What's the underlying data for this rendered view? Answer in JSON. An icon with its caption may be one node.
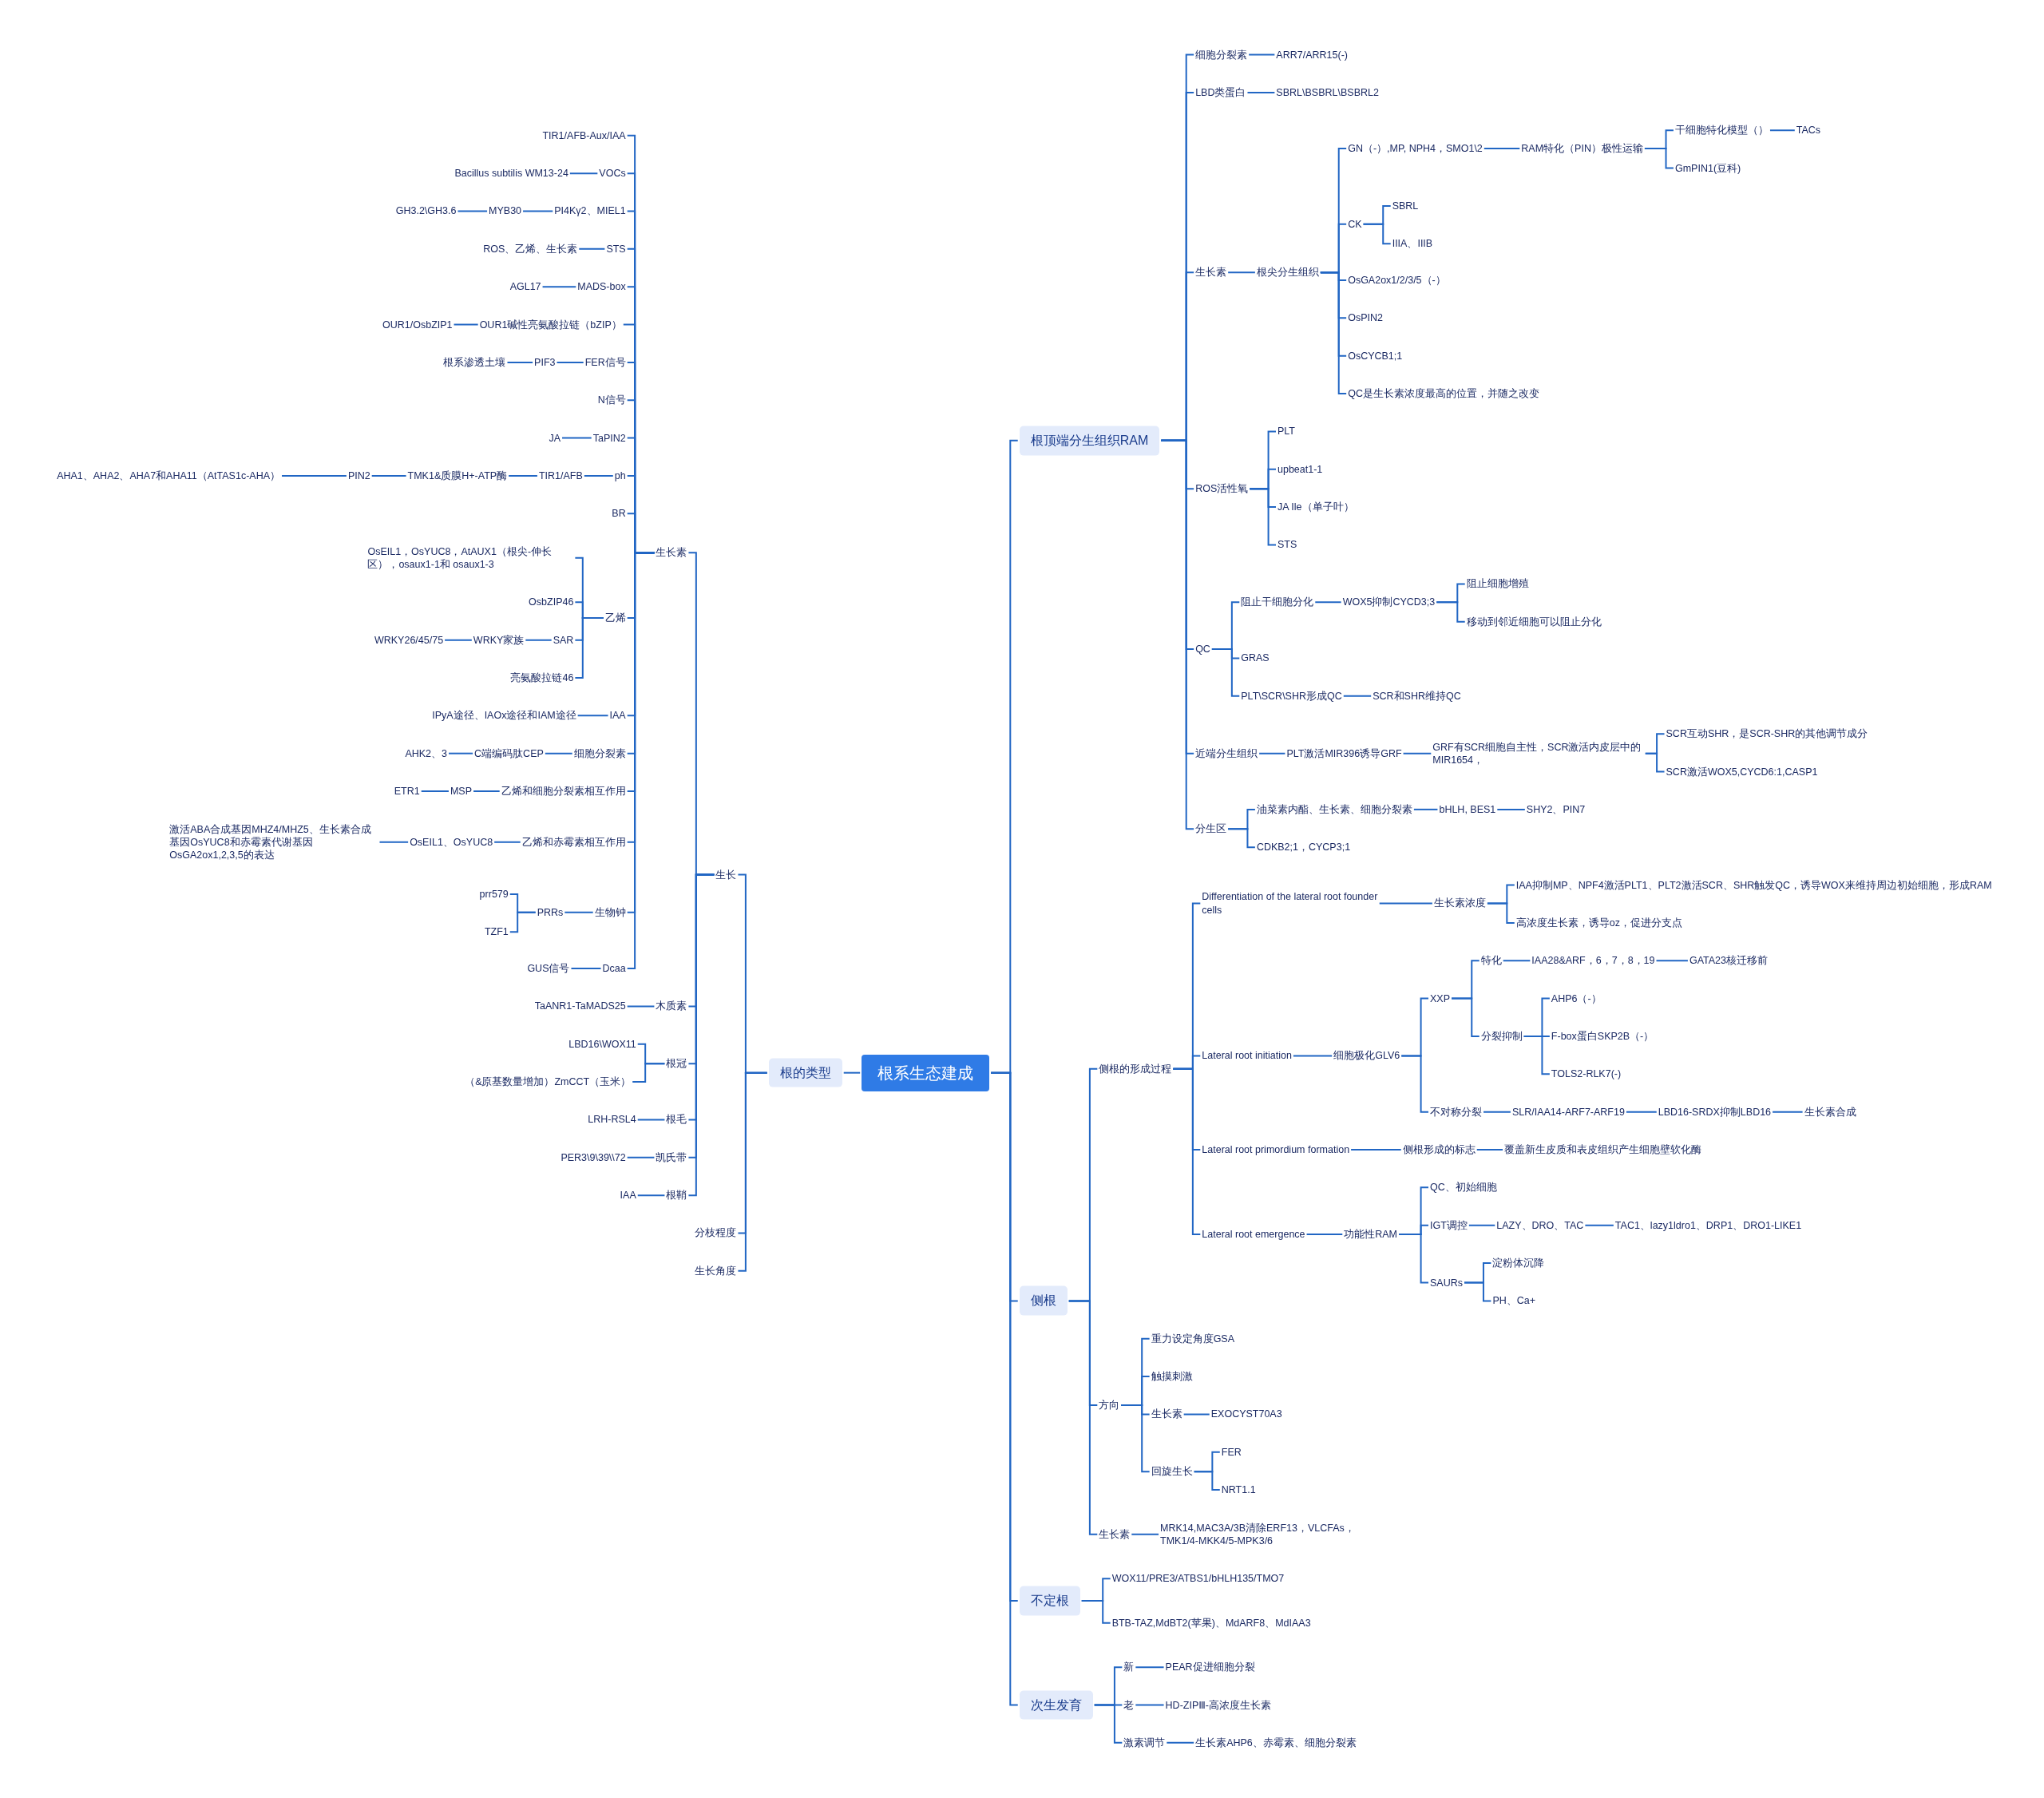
{
  "diagram": {
    "nodes": [
      {
        "text": [
          "根系生态建成"
        ]
      },
      {
        "text": [
          "根的类型"
        ]
      },
      {
        "text": [
          "生长"
        ]
      },
      {
        "text": [
          "生长素"
        ]
      },
      {
        "text": [
          "TIR1/AFB-Aux/IAA"
        ]
      },
      {
        "text": [
          "VOCs"
        ]
      },
      {
        "text": [
          "Bacillus subtilis WM13-24"
        ]
      },
      {
        "text": [
          "PI4Kγ2、MIEL1"
        ]
      },
      {
        "text": [
          "MYB30"
        ]
      },
      {
        "text": [
          "GH3.2\\GH3.6"
        ]
      },
      {
        "text": [
          "STS"
        ]
      },
      {
        "text": [
          "ROS、乙烯、生长素"
        ]
      },
      {
        "text": [
          "MADS-box"
        ]
      },
      {
        "text": [
          "AGL17"
        ]
      },
      {
        "text": [
          "OUR1碱性亮氨酸拉链（bZIP）"
        ]
      },
      {
        "text": [
          "OUR1/OsbZIP1"
        ]
      },
      {
        "text": [
          "FER信号"
        ]
      },
      {
        "text": [
          "PIF3"
        ]
      },
      {
        "text": [
          "根系渗透土壤"
        ]
      },
      {
        "text": [
          "N信号"
        ]
      },
      {
        "text": [
          "TaPIN2"
        ]
      },
      {
        "text": [
          "JA"
        ]
      },
      {
        "text": [
          "ph"
        ]
      },
      {
        "text": [
          "TIR1/AFB"
        ]
      },
      {
        "text": [
          "TMK1&质膜H+-ATP酶"
        ]
      },
      {
        "text": [
          "PIN2"
        ]
      },
      {
        "text": [
          "AHA1、AHA2、AHA7和AHA11（AtTAS1c-AHA）"
        ]
      },
      {
        "text": [
          "BR"
        ]
      },
      {
        "text": [
          "乙烯"
        ]
      },
      {
        "text": [
          "OsEIL1，OsYUC8，AtAUX1（根尖-伸长区），osaux1-1和 osaux1-3"
        ]
      },
      {
        "text": [
          "OsbZIP46"
        ]
      },
      {
        "text": [
          "SAR"
        ]
      },
      {
        "text": [
          "WRKY家族"
        ]
      },
      {
        "text": [
          "WRKY26/45/75"
        ]
      },
      {
        "text": [
          "亮氨酸拉链46"
        ]
      },
      {
        "text": [
          "IAA"
        ]
      },
      {
        "text": [
          "IPyA途径、IAOx途径和IAM途径"
        ]
      },
      {
        "text": [
          "细胞分裂素"
        ]
      },
      {
        "text": [
          "C端编码肽CEP"
        ]
      },
      {
        "text": [
          "AHK2、3"
        ]
      },
      {
        "text": [
          "乙烯和细胞分裂素相互作用"
        ]
      },
      {
        "text": [
          "MSP"
        ]
      },
      {
        "text": [
          "ETR1"
        ]
      },
      {
        "text": [
          "乙烯和赤霉素相互作用"
        ]
      },
      {
        "text": [
          "OsEIL1、OsYUC8"
        ]
      },
      {
        "text": [
          "激活ABA合成基因MHZ4/MHZ5、生长素合成基因OsYUC8和赤霉素代谢基因OsGA2ox1,2,3,5的表达"
        ]
      },
      {
        "text": [
          "生物钟"
        ]
      },
      {
        "text": [
          "PRRs"
        ]
      },
      {
        "text": [
          "prr579"
        ]
      },
      {
        "text": [
          "TZF1"
        ]
      },
      {
        "text": [
          "Dcaa"
        ]
      },
      {
        "text": [
          "GUS信号"
        ]
      },
      {
        "text": [
          "木质素"
        ]
      },
      {
        "text": [
          "TaANR1-TaMADS25"
        ]
      },
      {
        "text": [
          "根冠"
        ]
      },
      {
        "text": [
          "LBD16\\WOX11"
        ]
      },
      {
        "text": [
          "（&原基数量增加）ZmCCT（玉米）"
        ]
      },
      {
        "text": [
          "根毛"
        ]
      },
      {
        "text": [
          "LRH-RSL4"
        ]
      },
      {
        "text": [
          "凯氏带"
        ]
      },
      {
        "text": [
          "PER3\\9\\39\\\\72"
        ]
      },
      {
        "text": [
          "根鞘"
        ]
      },
      {
        "text": [
          "IAA"
        ]
      },
      {
        "text": [
          "分枝程度"
        ]
      },
      {
        "text": [
          "生长角度"
        ]
      },
      {
        "text": [
          "根顶端分生组织RAM"
        ]
      },
      {
        "text": [
          "细胞分裂素"
        ]
      },
      {
        "text": [
          "ARR7/ARR15(-)"
        ]
      },
      {
        "text": [
          "LBD类蛋白"
        ]
      },
      {
        "text": [
          "SBRL\\BSBRL\\BSBRL2"
        ]
      },
      {
        "text": [
          "生长素"
        ]
      },
      {
        "text": [
          "根尖分生组织"
        ]
      },
      {
        "text": [
          "GN（-）,MP, NPH4，SMO1\\2"
        ]
      },
      {
        "text": [
          "RAM特化（PIN）极性运输"
        ]
      },
      {
        "text": [
          "干细胞特化模型（）"
        ]
      },
      {
        "text": [
          "TACs"
        ]
      },
      {
        "text": [
          "GmPIN1(豆科)"
        ]
      },
      {
        "text": [
          "CK"
        ]
      },
      {
        "text": [
          "SBRL"
        ]
      },
      {
        "text": [
          "IIIA、IIIB"
        ]
      },
      {
        "text": [
          "OsGA2ox1/2/3/5（-）"
        ]
      },
      {
        "text": [
          "OsPIN2"
        ]
      },
      {
        "text": [
          "OsCYCB1;1"
        ]
      },
      {
        "text": [
          "QC是生长素浓度最高的位置，并随之改变"
        ]
      },
      {
        "text": [
          "ROS活性氧"
        ]
      },
      {
        "text": [
          "PLT"
        ]
      },
      {
        "text": [
          "upbeat1-1"
        ]
      },
      {
        "text": [
          "JA Ile（单子叶）"
        ]
      },
      {
        "text": [
          "STS"
        ]
      },
      {
        "text": [
          "QC"
        ]
      },
      {
        "text": [
          "阻止干细胞分化"
        ]
      },
      {
        "text": [
          "WOX5抑制CYCD3;3"
        ]
      },
      {
        "text": [
          "阻止细胞增殖"
        ]
      },
      {
        "text": [
          "移动到邻近细胞可以阻止分化"
        ]
      },
      {
        "text": [
          "GRAS"
        ]
      },
      {
        "text": [
          "PLT\\SCR\\SHR形成QC"
        ]
      },
      {
        "text": [
          "SCR和SHR维持QC"
        ]
      },
      {
        "text": [
          "近端分生组织"
        ]
      },
      {
        "text": [
          "PLT激活MIR396诱导GRF"
        ]
      },
      {
        "text": [
          "GRF有SCR细胞自主性，SCR激活内皮层中的MIR1654，"
        ]
      },
      {
        "text": [
          "SCR互动SHR，是SCR-SHR的其他调节成分"
        ]
      },
      {
        "text": [
          "SCR激活WOX5,CYCD6:1,CASP1"
        ]
      },
      {
        "text": [
          "分生区"
        ]
      },
      {
        "text": [
          "油菜素内酯、生长素、细胞分裂素"
        ]
      },
      {
        "text": [
          "bHLH, BES1"
        ]
      },
      {
        "text": [
          "SHY2、PIN7"
        ]
      },
      {
        "text": [
          "CDKB2;1，CYCP3;1"
        ]
      },
      {
        "text": [
          "侧根"
        ]
      },
      {
        "text": [
          "侧根的形成过程"
        ]
      },
      {
        "text": [
          "Differentiation of the lateral root founder cells"
        ]
      },
      {
        "text": [
          "生长素浓度"
        ]
      },
      {
        "text": [
          "IAA抑制MP、NPF4激活PLT1、PLT2激活SCR、SHR触发QC，诱导WOX来维持周边初始细胞，形成RAM"
        ]
      },
      {
        "text": [
          "高浓度生长素，诱导oz，促进分支点"
        ]
      },
      {
        "text": [
          "Lateral root initiation"
        ]
      },
      {
        "text": [
          "细胞极化GLV6"
        ]
      },
      {
        "text": [
          "XXP"
        ]
      },
      {
        "text": [
          "特化"
        ]
      },
      {
        "text": [
          "IAA28&ARF，6，7，8，19"
        ]
      },
      {
        "text": [
          "GATA23核迁移前"
        ]
      },
      {
        "text": [
          "分裂抑制"
        ]
      },
      {
        "text": [
          "AHP6（-）"
        ]
      },
      {
        "text": [
          "F-box蛋白SKP2B（-）"
        ]
      },
      {
        "text": [
          "TOLS2-RLK7(-)"
        ]
      },
      {
        "text": [
          "不对称分裂"
        ]
      },
      {
        "text": [
          "SLR/IAA14-ARF7-ARF19"
        ]
      },
      {
        "text": [
          "LBD16-SRDX抑制LBD16"
        ]
      },
      {
        "text": [
          "生长素合成"
        ]
      },
      {
        "text": [
          "Lateral root primordium formation"
        ]
      },
      {
        "text": [
          "侧根形成的标志"
        ]
      },
      {
        "text": [
          "覆盖新生皮质和表皮组织产生细胞壁软化酶"
        ]
      },
      {
        "text": [
          "Lateral root emergence"
        ]
      },
      {
        "text": [
          "功能性RAM"
        ]
      },
      {
        "text": [
          "QC、初始细胞"
        ]
      },
      {
        "text": [
          "IGT调控"
        ]
      },
      {
        "text": [
          "LAZY、DRO、TAC"
        ]
      },
      {
        "text": [
          "TAC1、lazy1ldro1、DRP1、DRO1-LIKE1"
        ]
      },
      {
        "text": [
          "SAURs"
        ]
      },
      {
        "text": [
          "淀粉体沉降"
        ]
      },
      {
        "text": [
          "PH、Ca+"
        ]
      },
      {
        "text": [
          "方向"
        ]
      },
      {
        "text": [
          "重力设定角度GSA"
        ]
      },
      {
        "text": [
          "触摸刺激"
        ]
      },
      {
        "text": [
          "生长素"
        ]
      },
      {
        "text": [
          "EXOCYST70A3"
        ]
      },
      {
        "text": [
          "回旋生长"
        ]
      },
      {
        "text": [
          "FER"
        ]
      },
      {
        "text": [
          "NRT1.1"
        ]
      },
      {
        "text": [
          "生长素"
        ]
      },
      {
        "text": [
          "MRK14,MAC3A/3B清除ERF13，VLCFAs，TMK1/4-MKK4/5-MPK3/6"
        ]
      },
      {
        "text": [
          "不定根"
        ]
      },
      {
        "text": [
          "WOX11/PRE3/ATBS1/bHLH135/TMO7"
        ]
      },
      {
        "text": [
          "BTB-TAZ,MdBT2(苹果)、MdARF8、MdIAA3"
        ]
      },
      {
        "text": [
          "次生发育"
        ]
      },
      {
        "text": [
          "新"
        ]
      },
      {
        "text": [
          "PEAR促进细胞分裂"
        ]
      },
      {
        "text": [
          "老"
        ]
      },
      {
        "text": [
          "HD-ZIPⅢ-高浓度生长素"
        ]
      },
      {
        "text": [
          "激素调节"
        ]
      },
      {
        "text": [
          "生长素AHP6、赤霉素、细胞分裂素"
        ]
      }
    ],
    "edges": [
      {
        "from": 0,
        "to": 1,
        "arrow": "none"
      },
      {
        "from": 1,
        "to": 2,
        "arrow": "none"
      },
      {
        "from": 2,
        "to": 3,
        "arrow": "none"
      },
      {
        "from": 3,
        "to": 4,
        "arrow": "none"
      },
      {
        "from": 3,
        "to": 5,
        "arrow": "none"
      },
      {
        "from": 5,
        "to": 6,
        "arrow": "none"
      },
      {
        "from": 3,
        "to": 7,
        "arrow": "none"
      },
      {
        "from": 7,
        "to": 8,
        "arrow": "none"
      },
      {
        "from": 8,
        "to": 9,
        "arrow": "none"
      },
      {
        "from": 3,
        "to": 10,
        "arrow": "none"
      },
      {
        "from": 10,
        "to": 11,
        "arrow": "none"
      },
      {
        "from": 3,
        "to": 12,
        "arrow": "none"
      },
      {
        "from": 12,
        "to": 13,
        "arrow": "none"
      },
      {
        "from": 3,
        "to": 14,
        "arrow": "none"
      },
      {
        "from": 14,
        "to": 15,
        "arrow": "none"
      },
      {
        "from": 3,
        "to": 16,
        "arrow": "none"
      },
      {
        "from": 16,
        "to": 17,
        "arrow": "none"
      },
      {
        "from": 17,
        "to": 18,
        "arrow": "none"
      },
      {
        "from": 3,
        "to": 19,
        "arrow": "none"
      },
      {
        "from": 3,
        "to": 20,
        "arrow": "none"
      },
      {
        "from": 20,
        "to": 21,
        "arrow": "none"
      },
      {
        "from": 3,
        "to": 22,
        "arrow": "none"
      },
      {
        "from": 22,
        "to": 23,
        "arrow": "none"
      },
      {
        "from": 23,
        "to": 24,
        "arrow": "none"
      },
      {
        "from": 24,
        "to": 25,
        "arrow": "none"
      },
      {
        "from": 25,
        "to": 26,
        "arrow": "none"
      },
      {
        "from": 3,
        "to": 27,
        "arrow": "none"
      },
      {
        "from": 3,
        "to": 28,
        "arrow": "none"
      },
      {
        "from": 28,
        "to": 29,
        "arrow": "none"
      },
      {
        "from": 28,
        "to": 30,
        "arrow": "none"
      },
      {
        "from": 28,
        "to": 31,
        "arrow": "none"
      },
      {
        "from": 31,
        "to": 32,
        "arrow": "none"
      },
      {
        "from": 32,
        "to": 33,
        "arrow": "none"
      },
      {
        "from": 28,
        "to": 34,
        "arrow": "none"
      },
      {
        "from": 3,
        "to": 35,
        "arrow": "none"
      },
      {
        "from": 35,
        "to": 36,
        "arrow": "none"
      },
      {
        "from": 3,
        "to": 37,
        "arrow": "none"
      },
      {
        "from": 37,
        "to": 38,
        "arrow": "none"
      },
      {
        "from": 38,
        "to": 39,
        "arrow": "none"
      },
      {
        "from": 3,
        "to": 40,
        "arrow": "none"
      },
      {
        "from": 40,
        "to": 41,
        "arrow": "none"
      },
      {
        "from": 41,
        "to": 42,
        "arrow": "none"
      },
      {
        "from": 3,
        "to": 43,
        "arrow": "none"
      },
      {
        "from": 43,
        "to": 44,
        "arrow": "none"
      },
      {
        "from": 44,
        "to": 45,
        "arrow": "none"
      },
      {
        "from": 3,
        "to": 46,
        "arrow": "none"
      },
      {
        "from": 46,
        "to": 47,
        "arrow": "none"
      },
      {
        "from": 47,
        "to": 48,
        "arrow": "none"
      },
      {
        "from": 47,
        "to": 49,
        "arrow": "none"
      },
      {
        "from": 3,
        "to": 50,
        "arrow": "none"
      },
      {
        "from": 50,
        "to": 51,
        "arrow": "none"
      },
      {
        "from": 2,
        "to": 52,
        "arrow": "none"
      },
      {
        "from": 52,
        "to": 53,
        "arrow": "none"
      },
      {
        "from": 2,
        "to": 54,
        "arrow": "none"
      },
      {
        "from": 54,
        "to": 55,
        "arrow": "none"
      },
      {
        "from": 54,
        "to": 56,
        "arrow": "none"
      },
      {
        "from": 2,
        "to": 57,
        "arrow": "none"
      },
      {
        "from": 57,
        "to": 58,
        "arrow": "none"
      },
      {
        "from": 2,
        "to": 59,
        "arrow": "none"
      },
      {
        "from": 59,
        "to": 60,
        "arrow": "none"
      },
      {
        "from": 2,
        "to": 61,
        "arrow": "none"
      },
      {
        "from": 61,
        "to": 62,
        "arrow": "none"
      },
      {
        "from": 1,
        "to": 63,
        "arrow": "none"
      },
      {
        "from": 1,
        "to": 64,
        "arrow": "none"
      },
      {
        "from": 0,
        "to": 65,
        "arrow": "none"
      },
      {
        "from": 65,
        "to": 66,
        "arrow": "none"
      },
      {
        "from": 66,
        "to": 67,
        "arrow": "none"
      },
      {
        "from": 65,
        "to": 68,
        "arrow": "none"
      },
      {
        "from": 68,
        "to": 69,
        "arrow": "none"
      },
      {
        "from": 65,
        "to": 70,
        "arrow": "none"
      },
      {
        "from": 70,
        "to": 71,
        "arrow": "none"
      },
      {
        "from": 71,
        "to": 72,
        "arrow": "none"
      },
      {
        "from": 72,
        "to": 73,
        "arrow": "none"
      },
      {
        "from": 73,
        "to": 74,
        "arrow": "none"
      },
      {
        "from": 74,
        "to": 75,
        "arrow": "none"
      },
      {
        "from": 73,
        "to": 76,
        "arrow": "none"
      },
      {
        "from": 71,
        "to": 77,
        "arrow": "none"
      },
      {
        "from": 77,
        "to": 78,
        "arrow": "none"
      },
      {
        "from": 77,
        "to": 79,
        "arrow": "none"
      },
      {
        "from": 71,
        "to": 80,
        "arrow": "none"
      },
      {
        "from": 71,
        "to": 81,
        "arrow": "none"
      },
      {
        "from": 71,
        "to": 82,
        "arrow": "none"
      },
      {
        "from": 71,
        "to": 83,
        "arrow": "none"
      },
      {
        "from": 65,
        "to": 84,
        "arrow": "none"
      },
      {
        "from": 84,
        "to": 85,
        "arrow": "none"
      },
      {
        "from": 84,
        "to": 86,
        "arrow": "none"
      },
      {
        "from": 84,
        "to": 87,
        "arrow": "none"
      },
      {
        "from": 84,
        "to": 88,
        "arrow": "none"
      },
      {
        "from": 65,
        "to": 89,
        "arrow": "none"
      },
      {
        "from": 89,
        "to": 90,
        "arrow": "none"
      },
      {
        "from": 90,
        "to": 91,
        "arrow": "none"
      },
      {
        "from": 91,
        "to": 92,
        "arrow": "none"
      },
      {
        "from": 91,
        "to": 93,
        "arrow": "none"
      },
      {
        "from": 89,
        "to": 94,
        "arrow": "none"
      },
      {
        "from": 89,
        "to": 95,
        "arrow": "none"
      },
      {
        "from": 95,
        "to": 96,
        "arrow": "none"
      },
      {
        "from": 65,
        "to": 97,
        "arrow": "none"
      },
      {
        "from": 97,
        "to": 98,
        "arrow": "none"
      },
      {
        "from": 98,
        "to": 99,
        "arrow": "none"
      },
      {
        "from": 99,
        "to": 100,
        "arrow": "none"
      },
      {
        "from": 99,
        "to": 101,
        "arrow": "none"
      },
      {
        "from": 65,
        "to": 102,
        "arrow": "none"
      },
      {
        "from": 102,
        "to": 103,
        "arrow": "none"
      },
      {
        "from": 103,
        "to": 104,
        "arrow": "none"
      },
      {
        "from": 104,
        "to": 105,
        "arrow": "none"
      },
      {
        "from": 102,
        "to": 106,
        "arrow": "none"
      },
      {
        "from": 0,
        "to": 107,
        "arrow": "none"
      },
      {
        "from": 107,
        "to": 108,
        "arrow": "none"
      },
      {
        "from": 108,
        "to": 109,
        "arrow": "none"
      },
      {
        "from": 109,
        "to": 110,
        "arrow": "none"
      },
      {
        "from": 110,
        "to": 111,
        "arrow": "none"
      },
      {
        "from": 110,
        "to": 112,
        "arrow": "none"
      },
      {
        "from": 108,
        "to": 113,
        "arrow": "none"
      },
      {
        "from": 113,
        "to": 114,
        "arrow": "none"
      },
      {
        "from": 114,
        "to": 115,
        "arrow": "none"
      },
      {
        "from": 115,
        "to": 116,
        "arrow": "none"
      },
      {
        "from": 116,
        "to": 117,
        "arrow": "none"
      },
      {
        "from": 117,
        "to": 118,
        "arrow": "none"
      },
      {
        "from": 115,
        "to": 119,
        "arrow": "none"
      },
      {
        "from": 119,
        "to": 120,
        "arrow": "none"
      },
      {
        "from": 119,
        "to": 121,
        "arrow": "none"
      },
      {
        "from": 119,
        "to": 122,
        "arrow": "none"
      },
      {
        "from": 114,
        "to": 123,
        "arrow": "none"
      },
      {
        "from": 123,
        "to": 124,
        "arrow": "none"
      },
      {
        "from": 124,
        "to": 125,
        "arrow": "none"
      },
      {
        "from": 125,
        "to": 126,
        "arrow": "none"
      },
      {
        "from": 108,
        "to": 127,
        "arrow": "none"
      },
      {
        "from": 127,
        "to": 128,
        "arrow": "none"
      },
      {
        "from": 128,
        "to": 129,
        "arrow": "none"
      },
      {
        "from": 108,
        "to": 130,
        "arrow": "none"
      },
      {
        "from": 130,
        "to": 131,
        "arrow": "none"
      },
      {
        "from": 131,
        "to": 132,
        "arrow": "none"
      },
      {
        "from": 131,
        "to": 133,
        "arrow": "none"
      },
      {
        "from": 133,
        "to": 134,
        "arrow": "none"
      },
      {
        "from": 134,
        "to": 135,
        "arrow": "none"
      },
      {
        "from": 131,
        "to": 136,
        "arrow": "none"
      },
      {
        "from": 136,
        "to": 137,
        "arrow": "none"
      },
      {
        "from": 136,
        "to": 138,
        "arrow": "none"
      },
      {
        "from": 107,
        "to": 139,
        "arrow": "none"
      },
      {
        "from": 139,
        "to": 140,
        "arrow": "none"
      },
      {
        "from": 139,
        "to": 141,
        "arrow": "none"
      },
      {
        "from": 139,
        "to": 142,
        "arrow": "none"
      },
      {
        "from": 142,
        "to": 143,
        "arrow": "none"
      },
      {
        "from": 139,
        "to": 144,
        "arrow": "none"
      },
      {
        "from": 144,
        "to": 145,
        "arrow": "none"
      },
      {
        "from": 144,
        "to": 146,
        "arrow": "none"
      },
      {
        "from": 107,
        "to": 147,
        "arrow": "none"
      },
      {
        "from": 147,
        "to": 148,
        "arrow": "none"
      },
      {
        "from": 0,
        "to": 149,
        "arrow": "none"
      },
      {
        "from": 149,
        "to": 150,
        "arrow": "none"
      },
      {
        "from": 149,
        "to": 151,
        "arrow": "none"
      },
      {
        "from": 0,
        "to": 152,
        "arrow": "none"
      },
      {
        "from": 152,
        "to": 153,
        "arrow": "none"
      },
      {
        "from": 153,
        "to": 154,
        "arrow": "none"
      },
      {
        "from": 152,
        "to": 155,
        "arrow": "none"
      },
      {
        "from": 155,
        "to": 156,
        "arrow": "none"
      },
      {
        "from": 152,
        "to": 157,
        "arrow": "none"
      },
      {
        "from": 157,
        "to": 158,
        "arrow": "none"
      }
    ]
  }
}
